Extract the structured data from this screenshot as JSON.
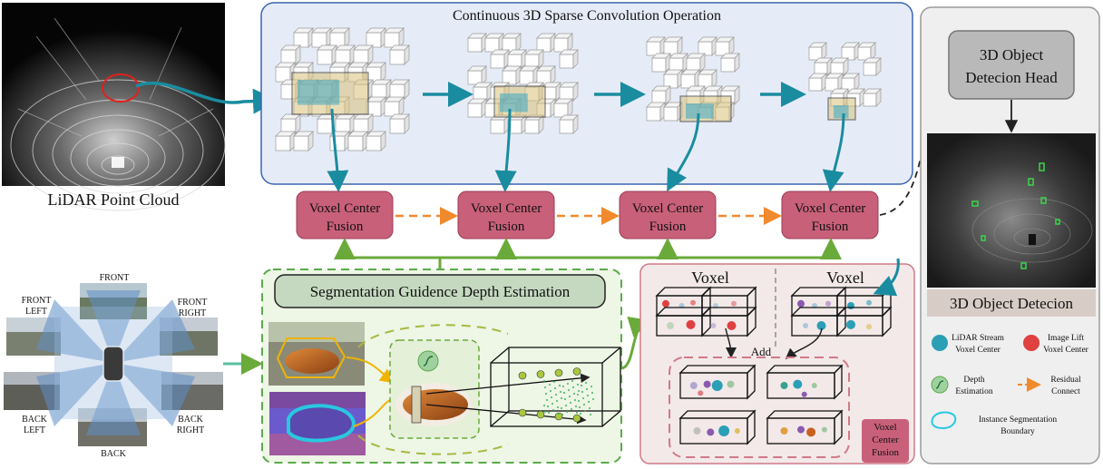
{
  "lidar": {
    "caption": "LiDAR Point Cloud"
  },
  "sparse_conv": {
    "title": "Continuous 3D Sparse Convolution Operation"
  },
  "fusion_boxes": [
    {
      "line1": "Voxel Center",
      "line2": "Fusion"
    },
    {
      "line1": "Voxel Center",
      "line2": "Fusion"
    },
    {
      "line1": "Voxel Center",
      "line2": "Fusion"
    },
    {
      "line1": "Voxel Center",
      "line2": "Fusion"
    }
  ],
  "head": {
    "line1": "3D Object",
    "line2": "Detecion Head"
  },
  "detection": {
    "caption": "3D Object Detecion"
  },
  "cameras": {
    "front": "FRONT",
    "front_left_1": "FRONT",
    "front_left_2": "LEFT",
    "front_right_1": "FRONT",
    "front_right_2": "RIGHT",
    "back_left_1": "BACK",
    "back_left_2": "LEFT",
    "back_right_1": "BACK",
    "back_right_2": "RIGHT",
    "back": "BACK"
  },
  "segmentation": {
    "title": "Segmentation Guidence Depth Estimation"
  },
  "voxel_panel": {
    "left_label": "Voxel",
    "right_label": "Voxel",
    "add_label": "Add",
    "fusion_tag_1": "Voxel",
    "fusion_tag_2": "Center",
    "fusion_tag_3": "Fusion"
  },
  "legend": {
    "lidar_1": "LiDAR Stream",
    "lidar_2": "Voxel Center",
    "image_1": "Image Lift",
    "image_2": "Voxel Center",
    "depth_1": "Depth",
    "depth_2": "Estimation",
    "residual_1": "Residual",
    "residual_2": "Connect",
    "instance_1": "Instance Segmentation",
    "instance_2": "Boundary"
  },
  "colors": {
    "conv_panel_bg": "#e6ecf7",
    "conv_panel_border": "#3b64b3",
    "fusion_fill": "#c9607a",
    "seg_panel_bg": "#eef6e6",
    "seg_border": "#5aab4a",
    "voxel_panel_bg": "#f3e9e9",
    "voxel_panel_border": "#d07a86",
    "right_panel_bg": "#efefef",
    "teal_arrow": "#1a8ca0",
    "orange_dash": "#f08a2c",
    "green_arrow": "#6aaa3a"
  }
}
